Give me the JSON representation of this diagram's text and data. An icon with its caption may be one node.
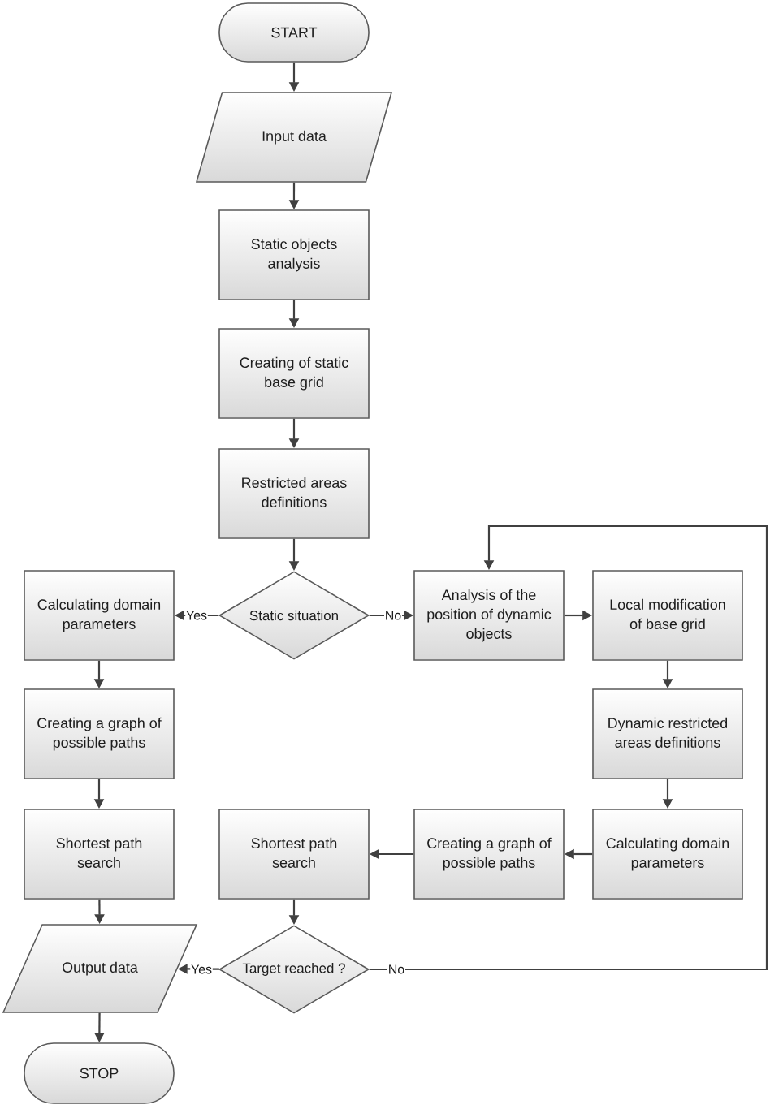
{
  "diagram": {
    "nodes": [
      {
        "text": [
          "START"
        ]
      },
      {
        "text": [
          "Input data"
        ]
      },
      {
        "text": [
          "Static objects analysis"
        ]
      },
      {
        "text": [
          "Creating of static base grid"
        ]
      },
      {
        "text": [
          "Restricted areas definitions"
        ]
      },
      {
        "text": [
          "Calculating domain parameters"
        ]
      },
      {
        "text": [
          "Static situation"
        ]
      },
      {
        "text": [
          "Analysis of the position of dynamic objects"
        ]
      },
      {
        "text": [
          "Local modification of base grid"
        ]
      },
      {
        "text": [
          "Creating a graph of possible paths"
        ]
      },
      {
        "text": [
          "Dynamic restricted areas definitions"
        ]
      },
      {
        "text": [
          "Shortest path search"
        ]
      },
      {
        "text": [
          "Shortest path search"
        ]
      },
      {
        "text": [
          "Creating a graph of possible paths"
        ]
      },
      {
        "text": [
          "Calculating domain parameters"
        ]
      },
      {
        "text": [
          "Output data"
        ]
      },
      {
        "text": [
          "Target reached ?"
        ]
      },
      {
        "text": [
          "STOP"
        ]
      }
    ],
    "edges": [
      {
        "from": 0,
        "to": 1,
        "arrow": "to"
      },
      {
        "from": 1,
        "to": 2,
        "arrow": "to"
      },
      {
        "from": 2,
        "to": 3,
        "arrow": "to"
      },
      {
        "from": 3,
        "to": 4,
        "arrow": "to"
      },
      {
        "from": 4,
        "to": 6,
        "arrow": "to"
      },
      {
        "from": 6,
        "to": 5,
        "arrow": "to",
        "label": "Yes"
      },
      {
        "from": 6,
        "to": 7,
        "arrow": "to",
        "label": "No"
      },
      {
        "from": 5,
        "to": 9,
        "arrow": "to"
      },
      {
        "from": 7,
        "to": 8,
        "arrow": "to"
      },
      {
        "from": 8,
        "to": 10,
        "arrow": "to"
      },
      {
        "from": 9,
        "to": 11,
        "arrow": "to"
      },
      {
        "from": 10,
        "to": 14,
        "arrow": "to"
      },
      {
        "from": 14,
        "to": 13,
        "arrow": "to"
      },
      {
        "from": 13,
        "to": 12,
        "arrow": "to"
      },
      {
        "from": 11,
        "to": 15,
        "arrow": "to"
      },
      {
        "from": 12,
        "to": 16,
        "arrow": "to"
      },
      {
        "from": 16,
        "to": 15,
        "arrow": "to",
        "label": "Yes"
      },
      {
        "from": 16,
        "to": 7,
        "arrow": "to",
        "label": "No"
      },
      {
        "from": 15,
        "to": 17,
        "arrow": "to"
      }
    ]
  }
}
